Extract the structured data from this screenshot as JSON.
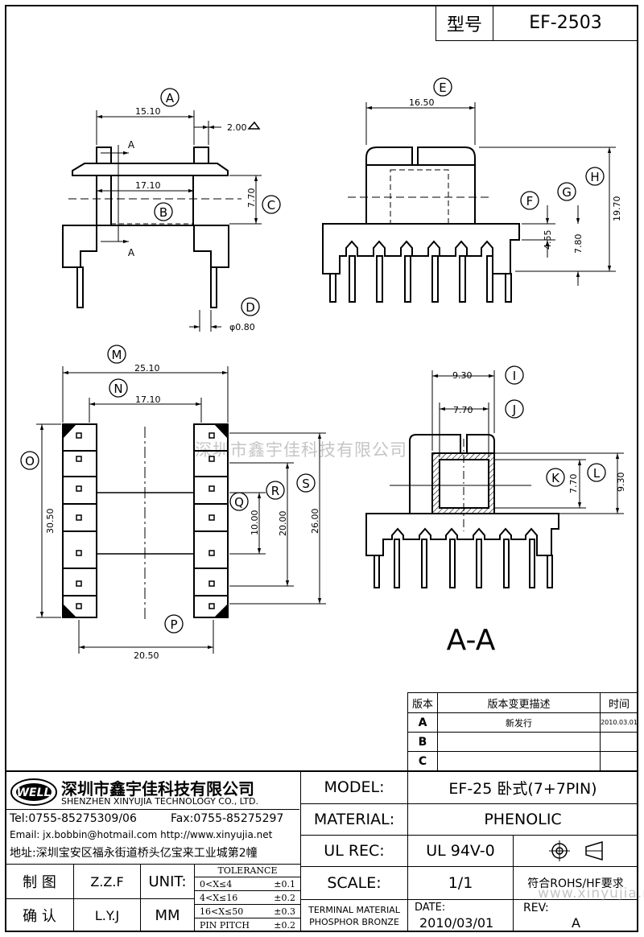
{
  "header": {
    "model_label": "型号",
    "model_value": "EF-2503"
  },
  "drawing": {
    "letters": [
      "A",
      "B",
      "C",
      "D",
      "E",
      "F",
      "G",
      "H",
      "I",
      "J",
      "K",
      "L",
      "M",
      "N",
      "O",
      "P",
      "Q",
      "R",
      "S"
    ],
    "dims": {
      "d1510": "15.10",
      "d200": "2.00",
      "d1710a": "17.10",
      "d770a": "7.70",
      "d080": "φ0.80",
      "d1650": "16.50",
      "d455": "4.55",
      "d780": "7.80",
      "d1970": "19.70",
      "d2510": "25.10",
      "d1710b": "17.10",
      "d3050": "30.50",
      "d1000": "10.00",
      "d2000": "20.00",
      "d2600": "26.00",
      "d2050": "20.50",
      "d930a": "9.30",
      "d770b": "7.70",
      "d770c": "7.70",
      "d930b": "9.30"
    },
    "section_mark": "A",
    "section_label": "A-A"
  },
  "watermark": {
    "center": "深圳市鑫宇佳科技有限公司",
    "bottom": "www.xinyujia.net"
  },
  "revision": {
    "headers": [
      "版本",
      "版本变更描述",
      "时间"
    ],
    "rows": [
      {
        "ver": "A",
        "desc": "新发行",
        "date": "2010.03.01"
      },
      {
        "ver": "B",
        "desc": "",
        "date": ""
      },
      {
        "ver": "C",
        "desc": "",
        "date": ""
      }
    ]
  },
  "company": {
    "logo": "WELL",
    "name_cn": "深圳市鑫宇佳科技有限公司",
    "name_en": "SHENZHEN XINYUJIA TECHNOLOGY CO., LTD.",
    "tel": "Tel:0755-85275309/06",
    "fax": "Fax:0755-85275297",
    "email": "Email: jx.bobbin@hotmail.com http://www.xinyujia.net",
    "address": "地址:深圳宝安区福永街道桥头亿宝来工业城第2幢"
  },
  "title_block": {
    "model_label": "MODEL:",
    "model_value": "EF-25 卧式(7+7PIN)",
    "material_label": "MATERIAL:",
    "material_value": "PHENOLIC",
    "ulrec_label": "UL REC:",
    "ulrec_value": "UL 94V-0",
    "scale_label": "SCALE:",
    "scale_value": "1/1",
    "rohs": "符合ROHS/HF要求",
    "terminal_label": "TERMINAL MATERIAL",
    "terminal_value": "PHOSPHOR BRONZE",
    "date_label": "DATE:",
    "date_value": "2010/03/01",
    "rev_label": "REV:",
    "rev_value": "A",
    "draw_label": "制 图",
    "draw_value": "Z.Z.F",
    "check_label": "确 认",
    "check_value": "L.Y.J",
    "unit_label": "UNIT:",
    "unit_value": "MM",
    "tolerance_title": "TOLERANCE",
    "tolerance": [
      {
        "range": "0<X≤4",
        "tol": "±0.1"
      },
      {
        "range": "4<X≤16",
        "tol": "±0.2"
      },
      {
        "range": "16<X≤50",
        "tol": "±0.3"
      },
      {
        "range": "PIN PITCH",
        "tol": "±0.2"
      }
    ]
  }
}
